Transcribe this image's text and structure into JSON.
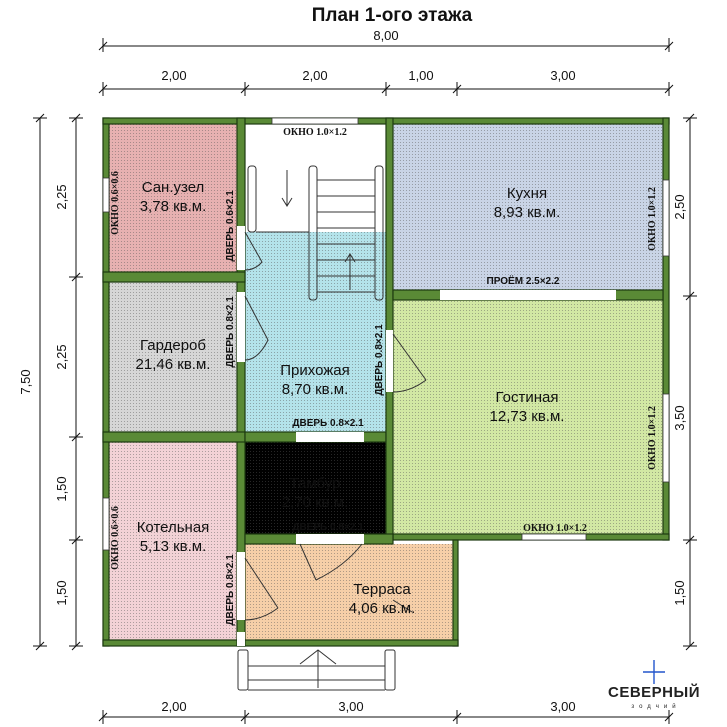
{
  "title": "План 1-ого этажа",
  "dims": {
    "total_width": "8,00",
    "top": [
      "2,00",
      "2,00",
      "1,00",
      "3,00"
    ],
    "total_height": "7,50",
    "left": [
      "2,25",
      "2,25",
      "1,50",
      "1,50"
    ],
    "right": [
      "2,50",
      "3,50",
      "1,50"
    ],
    "bottom": [
      "2,00",
      "3,00",
      "3,00"
    ]
  },
  "rooms": {
    "bathroom": {
      "name": "Сан.узел",
      "area": "3,78 кв.м."
    },
    "wardrobe": {
      "name": "Гардероб",
      "area": "21,46 кв.м."
    },
    "boiler": {
      "name": "Котельная",
      "area": "5,13 кв.м."
    },
    "hall": {
      "name": "Прихожая",
      "area": "8,70 кв.м."
    },
    "vestibule": {
      "name": "Тамбур",
      "area": "2,70 кв.м."
    },
    "kitchen": {
      "name": "Кухня",
      "area": "8,93 кв.м."
    },
    "living": {
      "name": "Гостиная",
      "area": "12,73 кв.м."
    },
    "terrace": {
      "name": "Терраса",
      "area": "4,06 кв.м."
    }
  },
  "labels": {
    "window_top": "ОКНО 1.0×1.2",
    "window_bath": "ОКНО 0.6×0.6",
    "window_boiler": "ОКНО 0.6×0.6",
    "window_kitchen": "ОКНО 1.0×1.2",
    "window_living_right": "ОКНО 1.0×1.2",
    "window_living_bottom": "ОКНО 1.0×1.2",
    "door_bath": "ДВЕРЬ 0.6×2.1",
    "door_wardrobe": "ДВЕРЬ 0.8×2.1",
    "door_living": "ДВЕРЬ 0.8×2.1",
    "door_hall_bottom": "ДВЕРЬ 0.8×2.1",
    "door_vestibule_bottom": "ДВЕРЬ 0.8×2.1",
    "door_boiler": "ДВЕРЬ 0.8×2.1",
    "opening_kitchen": "ПРОЁМ 2.5×2.2"
  },
  "brand": {
    "name": "СЕВЕРНЫЙ",
    "sub": "зодчий"
  },
  "colors": {
    "wall": "#5a8a36",
    "bathroom": "#e7b1b1",
    "wardrobe": "#d6d6d6",
    "boiler": "#f3d2d6",
    "hall": "#b4e3ea",
    "kitchen": "#c9d4e6",
    "living": "#d2e8a4",
    "terrace": "#f6cfa8",
    "brand_star": "#2255cc"
  }
}
